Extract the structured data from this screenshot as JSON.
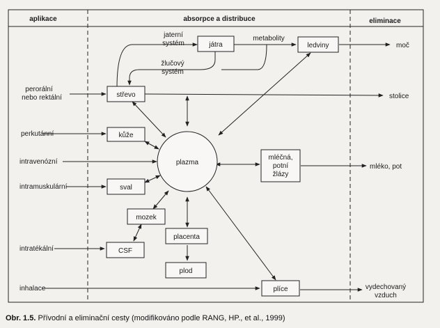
{
  "headers": {
    "application": "aplikace",
    "absorption": "absorpce a distribuce",
    "elimination": "eliminace"
  },
  "nodes": {
    "jatra": "játra",
    "ledviny": "ledviny",
    "strevo": "střevo",
    "kuze": "kůže",
    "plazma": "plazma",
    "sval": "sval",
    "mozek": "mozek",
    "csf": "CSF",
    "placenta": "placenta",
    "plod": "plod",
    "plice": "plíce",
    "glands_1": "mléčná,",
    "glands_2": "potní",
    "glands_3": "žlázy"
  },
  "routes": {
    "perorální_1": "perorální",
    "perorální_2": "nebo rektální",
    "perkutanni": "perkutánní",
    "intravenozni": "intravenózní",
    "intramuskularni": "intramuskulární",
    "intratekalni": "intratékální",
    "inhalace": "inhalace"
  },
  "labels": {
    "jaterni_1": "jaterní",
    "jaterni_2": "systém",
    "zlucovy_1": "žlučový",
    "zlucovy_2": "systém",
    "metabolity": "metabolity"
  },
  "outputs": {
    "moc": "moč",
    "stolice": "stolice",
    "mleko": "mléko, pot",
    "vydech_1": "vydechovaný",
    "vydech_2": "vzduch"
  },
  "caption": {
    "prefix": "Obr. 1.5.",
    "text": " Přívodní a eliminační cesty (modifikováno podle RANG, HP., et al., 1999)"
  }
}
